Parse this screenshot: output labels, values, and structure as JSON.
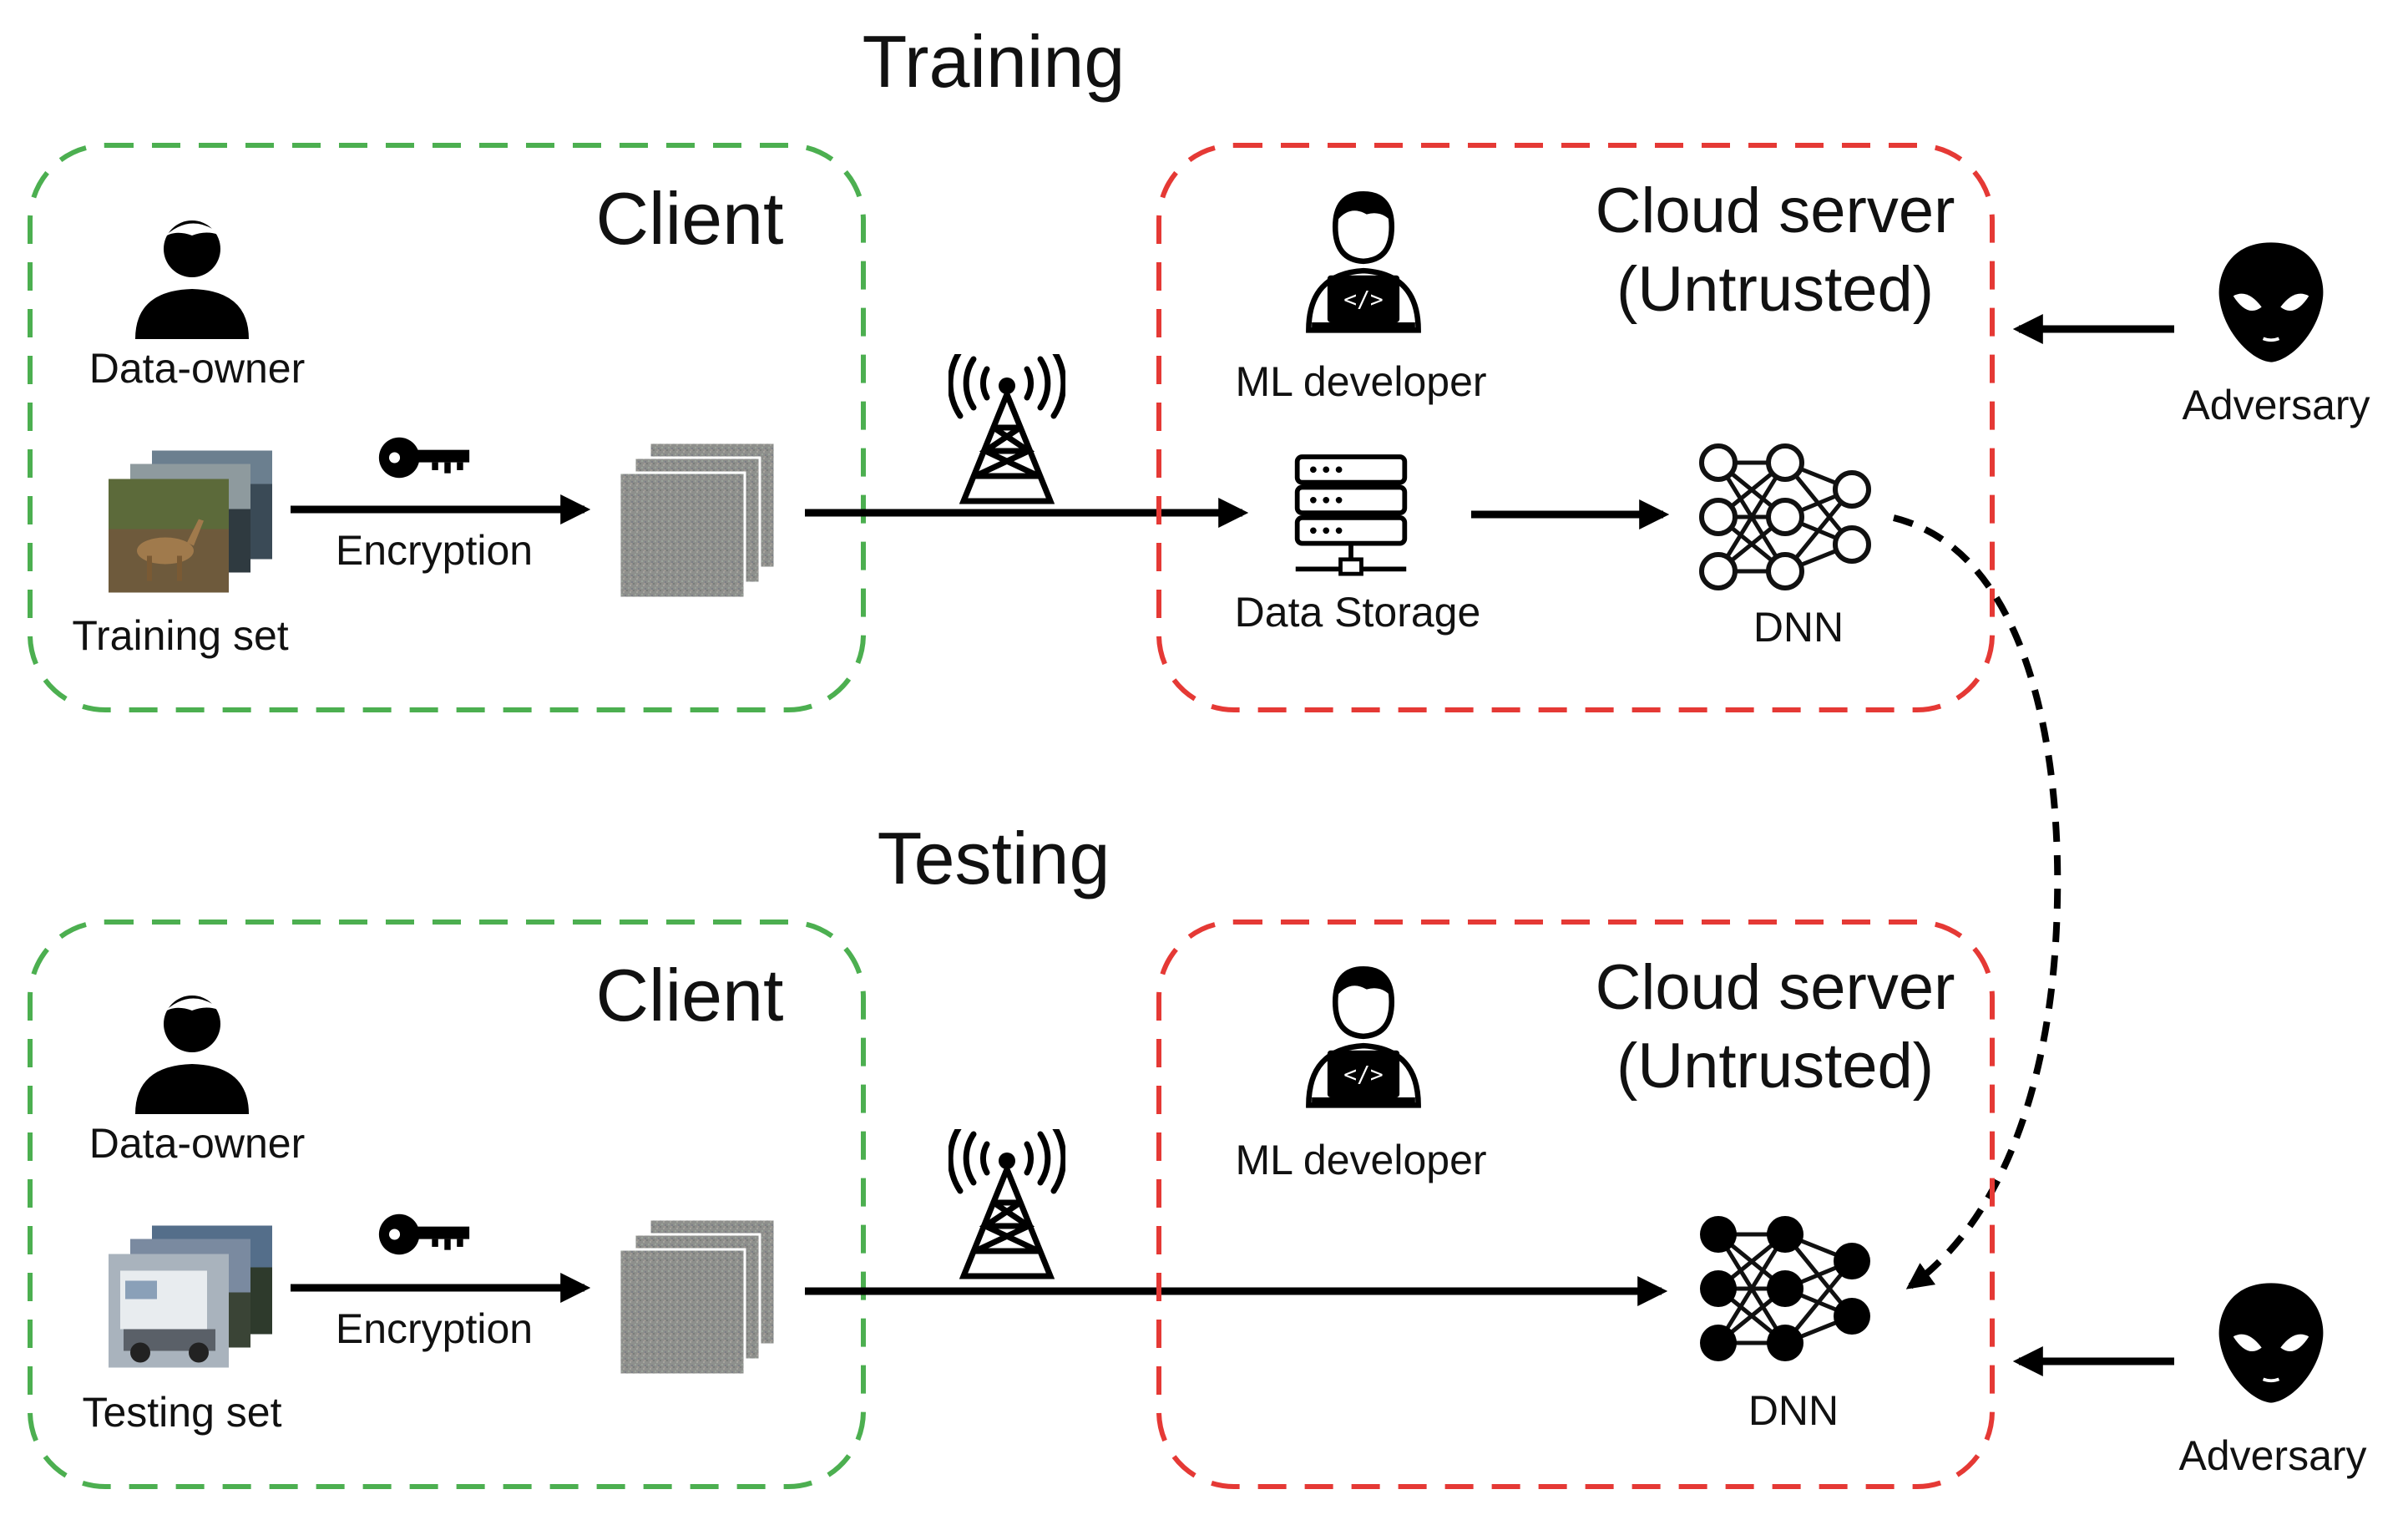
{
  "diagram": {
    "training_title": "Training",
    "testing_title": "Testing",
    "training": {
      "client": {
        "title": "Client",
        "person_label": "Data-owner",
        "dataset_label": "Training set",
        "encryption_label": "Encryption"
      },
      "server": {
        "title_line1": "Cloud server",
        "title_line2": "(Untrusted)",
        "developer_label": "ML developer",
        "storage_label": "Data Storage",
        "model_label": "DNN"
      },
      "adversary_label": "Adversary"
    },
    "testing": {
      "client": {
        "title": "Client",
        "person_label": "Data-owner",
        "dataset_label": "Testing set",
        "encryption_label": "Encryption"
      },
      "server": {
        "title_line1": "Cloud server",
        "title_line2": "(Untrusted)",
        "developer_label": "ML developer",
        "model_label": "DNN"
      },
      "adversary_label": "Adversary"
    },
    "colors": {
      "client_border": "#4caf50",
      "server_border": "#e53935",
      "ink": "#000000"
    },
    "icons": [
      "person-icon",
      "key-icon",
      "encrypted-image-icon",
      "antenna-tower-icon",
      "developer-laptop-icon",
      "server-storage-icon",
      "neural-network-icon",
      "alien-adversary-icon"
    ]
  }
}
